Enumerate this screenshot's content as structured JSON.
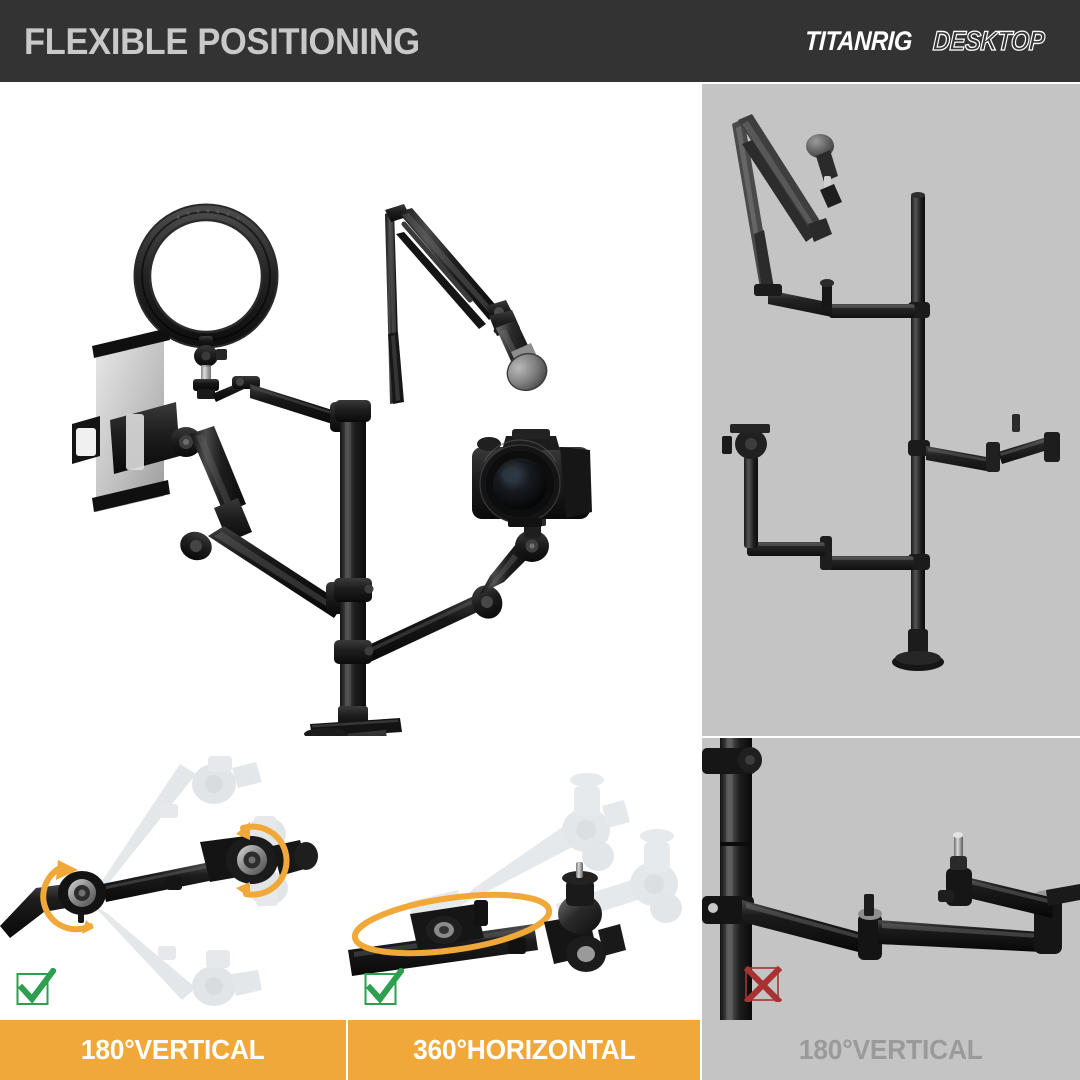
{
  "header": {
    "title": "FLEXIBLE POSITIONING",
    "brand_main": "TITANRIG",
    "brand_sub": "DESKTOP",
    "bar_color": "#333333",
    "title_color": "#c9c9c9"
  },
  "panels": {
    "hero": {
      "name": "full-rig-photo",
      "background": "#ffffff",
      "components": [
        "ring-light",
        "tablet-holder",
        "microphone-boom-arm",
        "handheld-microphone",
        "dslr-camera",
        "ball-head-mount",
        "vertical-pole",
        "desk-clamp"
      ]
    },
    "top_right": {
      "name": "rig-skeleton-photo",
      "background": "#c4c4c4",
      "components": [
        "microphone-boom-arm",
        "vertical-pole",
        "upper-arm",
        "side-arm",
        "lower-arm",
        "base-flange"
      ]
    },
    "bottom_left": {
      "name": "vertical-rotation-demo",
      "background": "#ffffff",
      "annotation": "orange-curved-arrows",
      "ghost_positions": 2
    },
    "bottom_middle": {
      "name": "horizontal-rotation-demo",
      "background": "#ffffff",
      "annotation": "orange-rotation-ellipse",
      "ghost_positions": 2
    },
    "bottom_right": {
      "name": "arm-closeup-photo",
      "background": "#c4c4c4"
    }
  },
  "captions": [
    {
      "label": "180°VERTICAL",
      "bar_color": "#f0a838",
      "text_color": "#ffffff",
      "status": "ok"
    },
    {
      "label": "360°HORIZONTAL",
      "bar_color": "#f0a838",
      "text_color": "#ffffff",
      "status": "ok"
    },
    {
      "label": "180°VERTICAL",
      "bar_color": "#c4c4c4",
      "text_color": "#9a9a9a",
      "status": "disabled"
    }
  ],
  "badges": {
    "check_color": "#2e9e4f",
    "cross_color": "#a83232"
  },
  "colors": {
    "accent_orange": "#f0a838",
    "panel_gray": "#c4c4c4",
    "header_dark": "#333333",
    "product_black": "#1b1b1b",
    "ghost_gray": "#cfd3d6"
  }
}
